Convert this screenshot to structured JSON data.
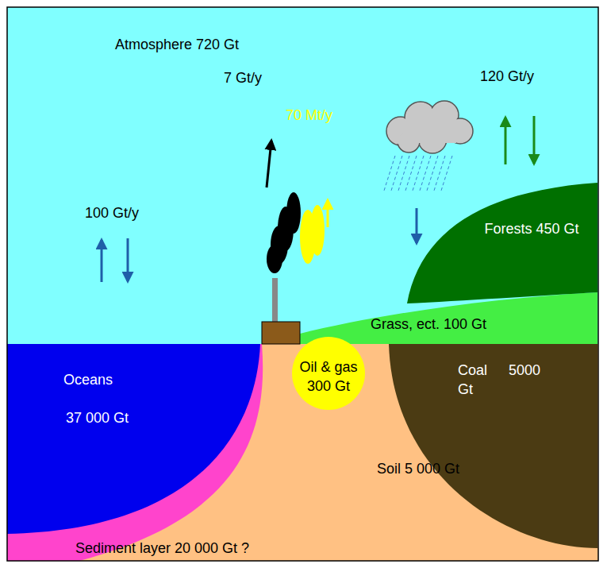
{
  "diagram": {
    "nodes": [
      {
        "text": [
          "Atmosphere 720 Gt"
        ]
      },
      {
        "text": [
          "Forests 450 Gt"
        ]
      },
      {
        "text": [
          "Grass, ect. 100 Gt"
        ]
      },
      {
        "text": [
          "Oceans",
          "37 000 Gt"
        ]
      },
      {
        "text": [
          "Oil & gas 300 Gt"
        ]
      },
      {
        "text": [
          "Coal 5000 Gt"
        ]
      },
      {
        "text": [
          "Soil 5 000 Gt"
        ]
      },
      {
        "text": [
          "Sediment layer 20 000 Gt ?"
        ]
      }
    ],
    "labels": [
      "7 Gt/y",
      "70 Mt/y",
      "100 Gt/y",
      "120 Gt/y"
    ]
  }
}
